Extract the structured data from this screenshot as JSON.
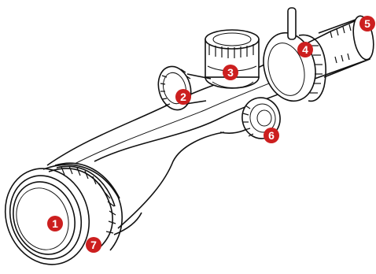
{
  "callouts": [
    {
      "label": "1",
      "part": "objective-lens"
    },
    {
      "label": "2",
      "part": "windage-turret"
    },
    {
      "label": "3",
      "part": "elevation-turret"
    },
    {
      "label": "4",
      "part": "magnification-ring"
    },
    {
      "label": "5",
      "part": "eyepiece-focus"
    },
    {
      "label": "6",
      "part": "parallax-side-focus-knob"
    },
    {
      "label": "7",
      "part": "adjustable-objective-ring"
    }
  ],
  "colors": {
    "callout": "#cc1f1f",
    "line": "#111111",
    "background": "#ffffff"
  }
}
